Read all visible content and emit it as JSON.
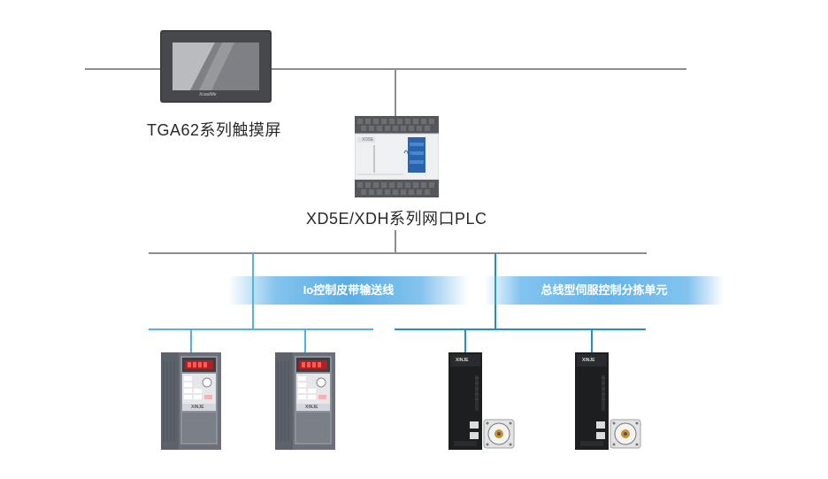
{
  "devices": {
    "hmi": {
      "label": "TGA62系列触摸屏",
      "brand_mark": "XcastMe"
    },
    "plc": {
      "label": "XD5E/XDH系列网口PLC",
      "model_text": "XD5E"
    },
    "inverter_1": {
      "brand": "XINJE"
    },
    "inverter_2": {
      "brand": "XINJE"
    },
    "servo_1": {
      "brand": "XINJE"
    },
    "servo_2": {
      "brand": "XINJE"
    }
  },
  "groups": {
    "io_conveyor": {
      "label": "Io控制皮带输送线"
    },
    "bus_servo": {
      "label": "总线型伺服控制分拣单元"
    }
  },
  "colors": {
    "bus_line": "#8a8d92",
    "io_line": "#4db3e8",
    "servo_line": "#1b8fd6",
    "band": "#5aaee5"
  }
}
